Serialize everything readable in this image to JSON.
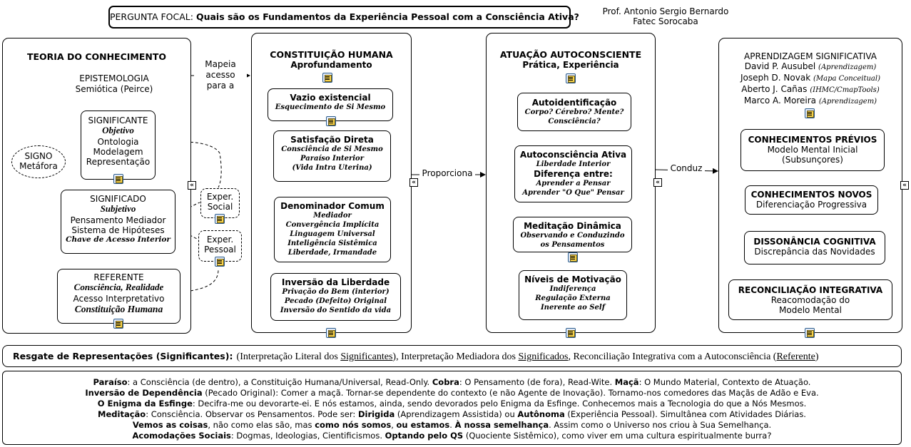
{
  "header": {
    "focal_prefix": "PERGUNTA FOCAL: ",
    "focal_question": "Quais são os Fundamentos da Experiência Pessoal com a Consciência Ativa?",
    "author": "Prof. Antonio Sergio Bernardo",
    "institution": "Fatec Sorocaba"
  },
  "col1": {
    "title": "TEORIA DO CONHECIMENTO",
    "sub1": "EPISTEMOLOGIA",
    "sub2": "Semiótica (Peirce)",
    "signo": {
      "l1": "SIGNO",
      "l2": "Metáfora"
    },
    "significante": {
      "title": "SIGNIFICANTE",
      "script": "Objetivo",
      "l1": "Ontologia",
      "l2": "Modelagem",
      "l3": "Representação"
    },
    "significado": {
      "title": "SIGNIFICADO",
      "script": "Subjetivo",
      "l1": "Pensamento Mediador",
      "l2": "Sistema de Hipóteses",
      "l3": "Chave de Acesso Interior"
    },
    "referente": {
      "title": "REFERENTE",
      "script": "Consciência, Realidade",
      "l1": "Acesso Interpretativo",
      "l2": "Constituição Humana"
    },
    "exper_social": {
      "l1": "Exper.",
      "l2": "Social"
    },
    "exper_pessoal": {
      "l1": "Exper.",
      "l2": "Pessoal"
    }
  },
  "link1": {
    "l1": "Mapeia",
    "l2": "acesso",
    "l3": "para a"
  },
  "col2": {
    "title": "CONSTITUIÇÃO HUMANA",
    "subtitle": "Aprofundamento",
    "vazio": {
      "title": "Vazio existencial",
      "l1": "Esquecimento de Si Mesmo"
    },
    "satisfacao": {
      "title": "Satisfação Direta",
      "l1": "Consciência de Si Mesmo",
      "l2": "Paraíso Interior",
      "l3": "(Vida Intra Uterina)"
    },
    "denominador": {
      "title": "Denominador Comum",
      "l1": "Mediador",
      "l2": "Convergência Implícita",
      "l3": "Linguagem Universal",
      "l4": "Inteligência Sistêmica",
      "l5": "Liberdade, Irmandade"
    },
    "inversao": {
      "title": "Inversão da Liberdade",
      "l1": "Privação do Bem (interior)",
      "l2": "Pecado (Defeito) Original",
      "l3": "Inversão do Sentido da vida"
    }
  },
  "link2": "Proporciona",
  "col3": {
    "title": "ATUAÇÃO AUTOCONSCIENTE",
    "subtitle": "Prática, Experiência",
    "autoid": {
      "title": "Autoidentificação",
      "l1": "Corpo? Cérebro? Mente?",
      "l2": "Consciência?"
    },
    "autocons": {
      "title": "Autoconsciência Ativa",
      "l1": "Liberdade Interior",
      "t2": "Diferença entre:",
      "l2": "Aprender a Pensar",
      "l3": "Aprender \"O Que\" Pensar"
    },
    "meditacao": {
      "title": "Meditação Dinâmica",
      "l1": "Observando e Conduzindo",
      "l2": "os Pensamentos"
    },
    "niveis": {
      "title": "Níveis de Motivação",
      "l1": "Indiferença",
      "l2": "Regulação Externa",
      "l3": "Inerente ao Self"
    }
  },
  "link3": "Conduz",
  "col4": {
    "title": "APRENDIZAGEM SIGNIFICATIVA",
    "people": [
      {
        "name": "David P. Ausubel",
        "note": "(Aprendizagem)"
      },
      {
        "name": "Joseph D. Novak",
        "note": "(Mapa Conceitual)"
      },
      {
        "name": "Aberto J. Cañas",
        "note": "(IHMC/CmapTools)"
      },
      {
        "name": "Marco A. Moreira",
        "note": "(Aprendizagem)"
      }
    ],
    "previos": {
      "title": "CONHECIMENTOS PRÉVIOS",
      "l1": "Modelo Mental Inicial",
      "l2": "(Subsunçores)"
    },
    "novos": {
      "title": "CONHECIMENTOS NOVOS",
      "l1": "Diferenciação Progressiva"
    },
    "dissonancia": {
      "title": "DISSONÂNCIA COGNITIVA",
      "l1": "Discrepância das Novidades"
    },
    "reconciliacao": {
      "title": "RECONCILIAÇÃO INTEGRATIVA",
      "l1": "Reacomodação do",
      "l2": "Modelo Mental"
    }
  },
  "resgate": {
    "label": "Resgate de Representações (Significantes):",
    "p1": "(Interpretação Literal dos ",
    "u1": "Significantes",
    "p2": "), Interpretação Mediadora dos ",
    "u2": "Significados",
    "p3": ", Reconciliação Integrativa com a Autoconsciência (",
    "u3": "Referente",
    "p4": ")"
  },
  "notes": {
    "n1": {
      "b1": "Paraíso",
      "t1": ": a Consciência (de dentro), a Constituição Humana/Universal, Read-Only.   ",
      "b2": "Cobra",
      "t2": ": O Pensamento (de fora), Read-Wite.   ",
      "b3": "Maçã",
      "t3": ": O Mundo Material, Contexto de Atuação."
    },
    "n2": {
      "b1": "Inversão de Dependência",
      "t1": " (Pecado Original): Comer a maçã. Tornar-se dependente do contexto (e não Agente de Inovação). Tornamo-nos comedores das Maçãs de Adão e Eva."
    },
    "n3": {
      "b1": "O Enigma da Esfinge",
      "t1": ": Decifra-me ou devorarte-ei. E nós estamos, ainda, sendo devorados pelo Enigma da Esfinge. Conhecemos mais a Tecnologia do que a Nós Mesmos."
    },
    "n4": {
      "b1": "Meditação",
      "t1": ": Consciência. Observar os Pensamentos. Pode ser: ",
      "b2": "Dirigida",
      "t2": " (Aprendizagem Assistida) ou ",
      "b3": "Autônoma",
      "t3": " (Experiência Pessoal). Simultânea com Atividades Diárias."
    },
    "n5": {
      "b1": "Vemos as coisas",
      "t1": ", não como elas são, mas ",
      "b2": "como nós somos",
      "t2": ", ",
      "b3": "ou estamos",
      "t3": ". ",
      "b4": "À nossa semelhança",
      "t4": ". Assim como o Universo nos criou à Sua Semelhança."
    },
    "n6": {
      "b1": "Acomodações Sociais",
      "t1": ": Dogmas, Ideologias, Cientificismos. ",
      "b2": "Optando pelo QS",
      "t2": " (Quociente Sistêmico), como viver em uma cultura espiritualmente burra?"
    }
  }
}
